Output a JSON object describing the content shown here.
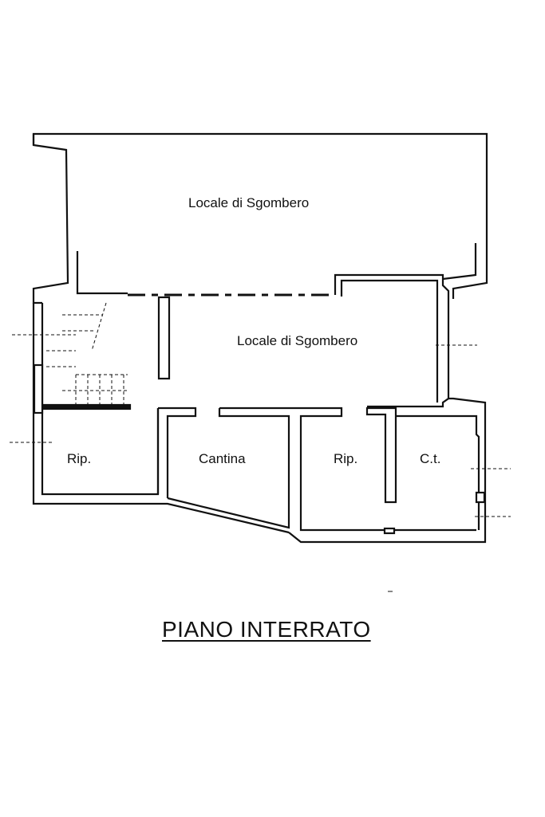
{
  "plan": {
    "title": "PIANO INTERRATO",
    "rooms": [
      {
        "id": "upper",
        "label": "Locale di Sgombero"
      },
      {
        "id": "middle",
        "label": "Locale di Sgombero"
      },
      {
        "id": "rip-left",
        "label": "Rip."
      },
      {
        "id": "cantina",
        "label": "Cantina"
      },
      {
        "id": "rip-right",
        "label": "Rip."
      },
      {
        "id": "ct",
        "label": "C.t."
      }
    ]
  }
}
